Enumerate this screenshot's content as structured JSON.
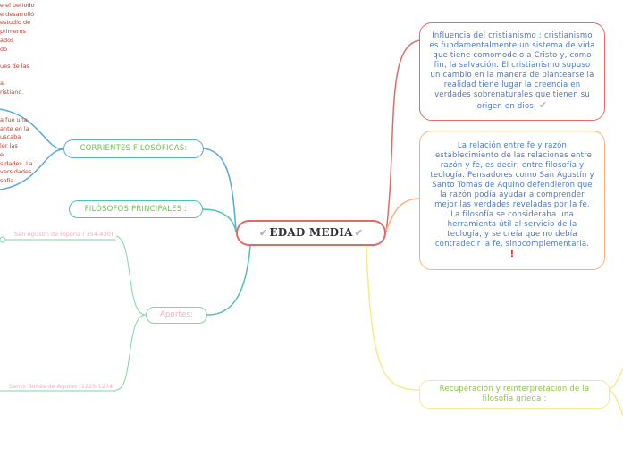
{
  "center": {
    "label": "EDAD MEDIA",
    "check_icon": "check-icon"
  },
  "left": {
    "corrientes": "CORRIENTES FILOSÓFICAS:",
    "filosofos": "FILÓSOFOS PRINCIPALES :",
    "aportes": "Aportes:",
    "leaf1": "San Agustín de Hipona ( 354-430)",
    "leaf2": "Santo Tomás de Aquino (1225-1274)",
    "text_top": "e el periodo\ne desarrolló\nestudio de\nprimeros\nados\ndo\n\nues de las\n\na.\nristiano.",
    "text_mid": "a fue una\nante en la\nuscaba\nler las\ne\nsidades. La\nversidades\nsofía\n."
  },
  "right": {
    "influencia": "Influencia del cristianismo : cristianismo es fundamentalmente un sistema de vida que tiene comomodelo a Cristo y, como fin, la salvación. El cristianismo supuso un cambio en la manera de plantearse la realidad tiene lugar la creencia en verdades sobrenaturales que tienen su origen en dios.",
    "relacion": "La relación entre fe y razón :establecimiento de las relaciones entre razón y fe, es decir, entre filosofía y teología. Pensadores como San Agustín y Santo Tomás de Aquino defendieron que la razón podía ayudar a comprender mejor las verdades reveladas por la fe. La filosofía se consideraba una herramienta útil al servicio de la teología, y se creía que no debía contradecir la fe, sinocomplementarla.",
    "relacion_mark": "!",
    "recuperacion": "Recuperación y reinterpretacion de la filosofía griega :"
  },
  "colors": {
    "red": "#e06a6a",
    "orange": "#f5b27a",
    "yellow": "#f7ea8a",
    "blue": "#5aa9dd",
    "teal": "#4fc3b2",
    "green": "#7ed6a6",
    "text_red": "#c0392b"
  }
}
